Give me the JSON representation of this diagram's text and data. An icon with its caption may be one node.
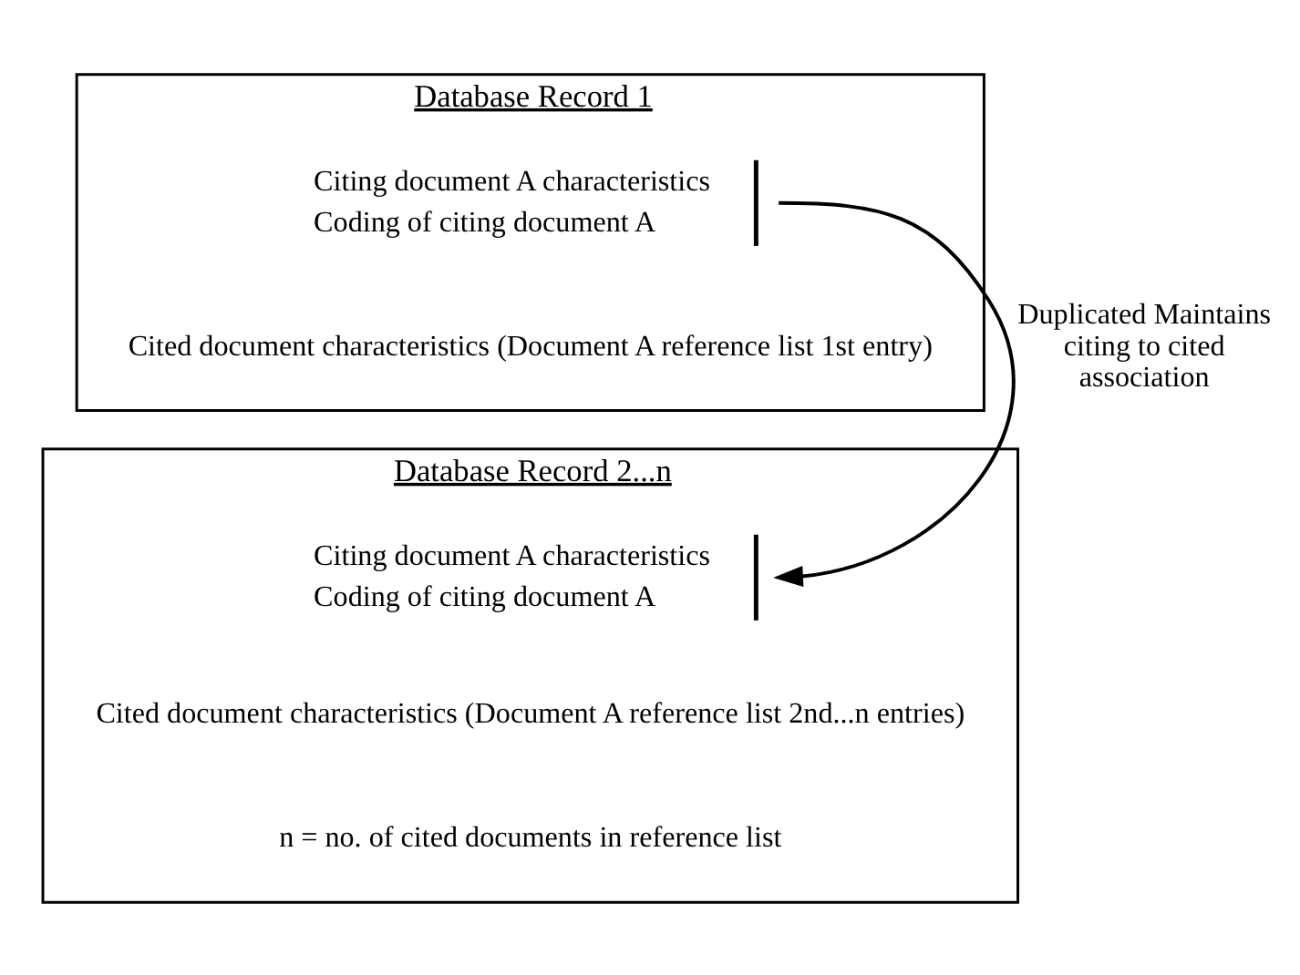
{
  "diagram": {
    "nodes": [
      {
        "text": [
          "Database Record 1"
        ]
      },
      {
        "text": [
          "Citing document A characteristics",
          "Coding of citing document A"
        ],
        "in": 0
      },
      {
        "text": [
          "Cited document characteristics (Document A reference list 1st entry)"
        ],
        "in": 0
      },
      {
        "text": [
          "Database Record 2...n"
        ]
      },
      {
        "text": [
          "Citing document A characteristics",
          "Coding of citing document A"
        ],
        "in": 3
      },
      {
        "text": [
          "Cited document characteristics (Document A reference list 2nd...n entries)"
        ],
        "in": 3
      },
      {
        "text": [
          "n = no. of cited documents in reference list"
        ],
        "in": 3
      }
    ],
    "edges": [
      {
        "from": 1,
        "to": 4,
        "arrow": "to",
        "label": "Duplicated Maintains citing to cited association"
      }
    ]
  }
}
